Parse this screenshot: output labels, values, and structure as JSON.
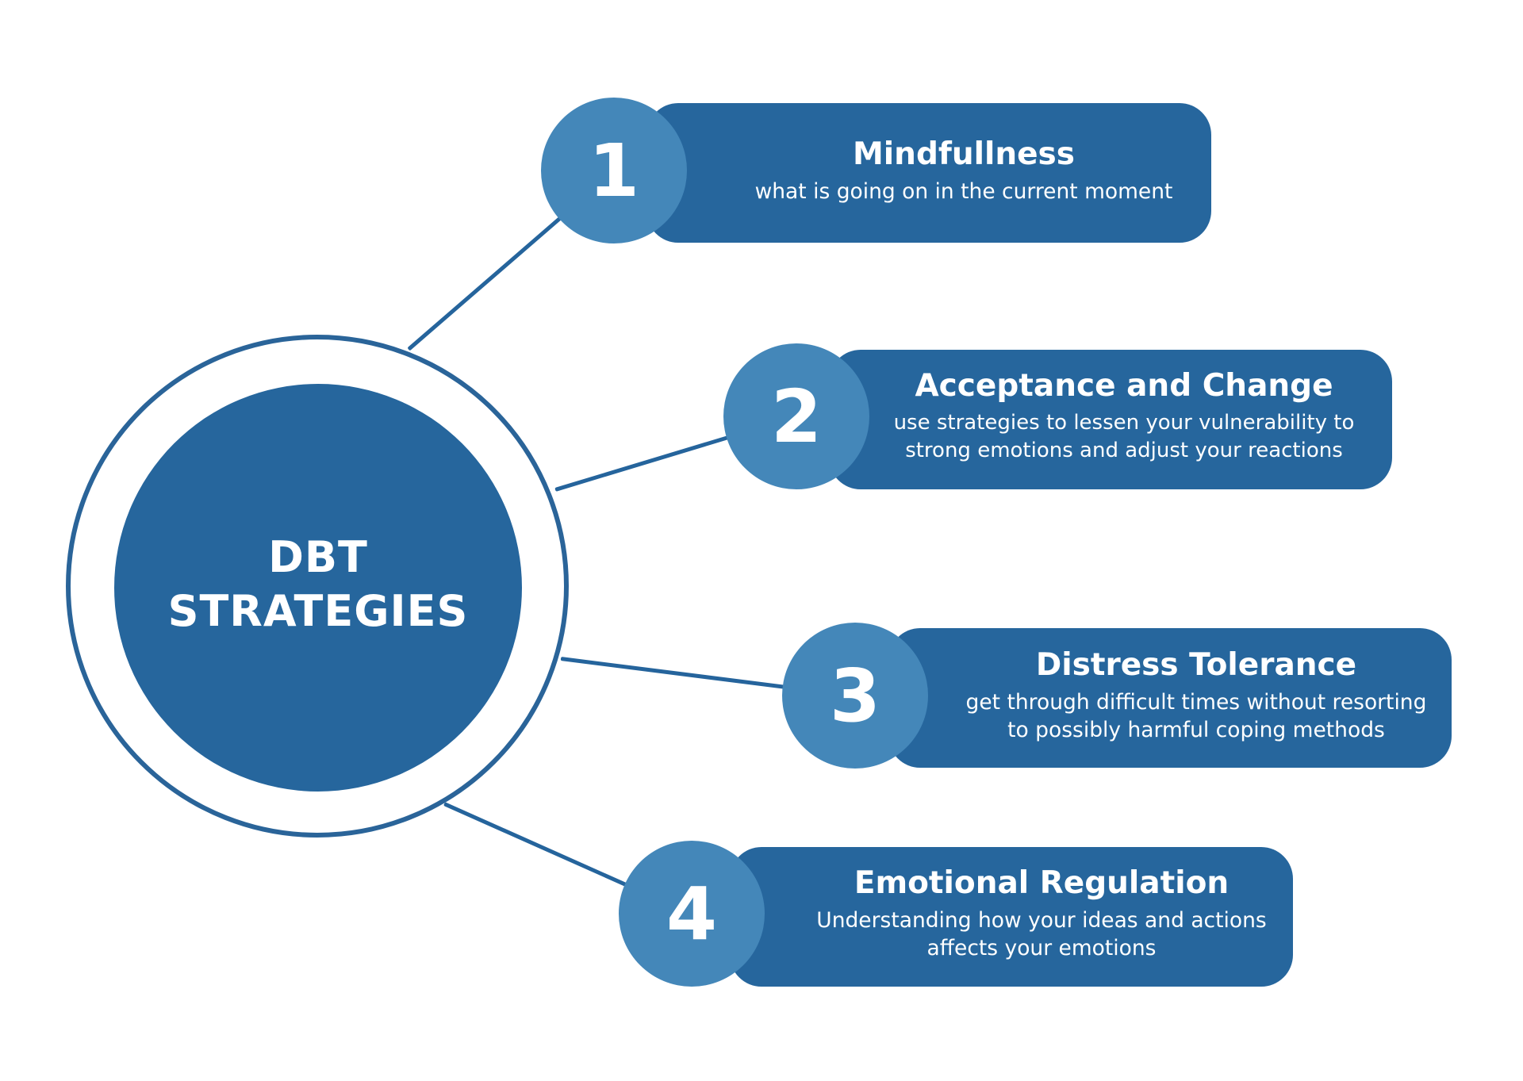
{
  "center": {
    "title": "DBT\nSTRATEGIES"
  },
  "strategies": [
    {
      "number": "1",
      "title": "Mindfullness",
      "description": "what is going on in the current moment"
    },
    {
      "number": "2",
      "title": "Acceptance and Change",
      "description": "use strategies to lessen your vulnerability to strong emotions and adjust your reactions"
    },
    {
      "number": "3",
      "title": "Distress Tolerance",
      "description": "get through difficult times without resorting to possibly harmful coping methods"
    },
    {
      "number": "4",
      "title": "Emotional Regulation",
      "description": "Understanding how your ideas and actions affects your emotions"
    }
  ],
  "colors": {
    "dark_blue": "#26669d",
    "light_blue": "#4487b9",
    "background": "#ffffff"
  }
}
